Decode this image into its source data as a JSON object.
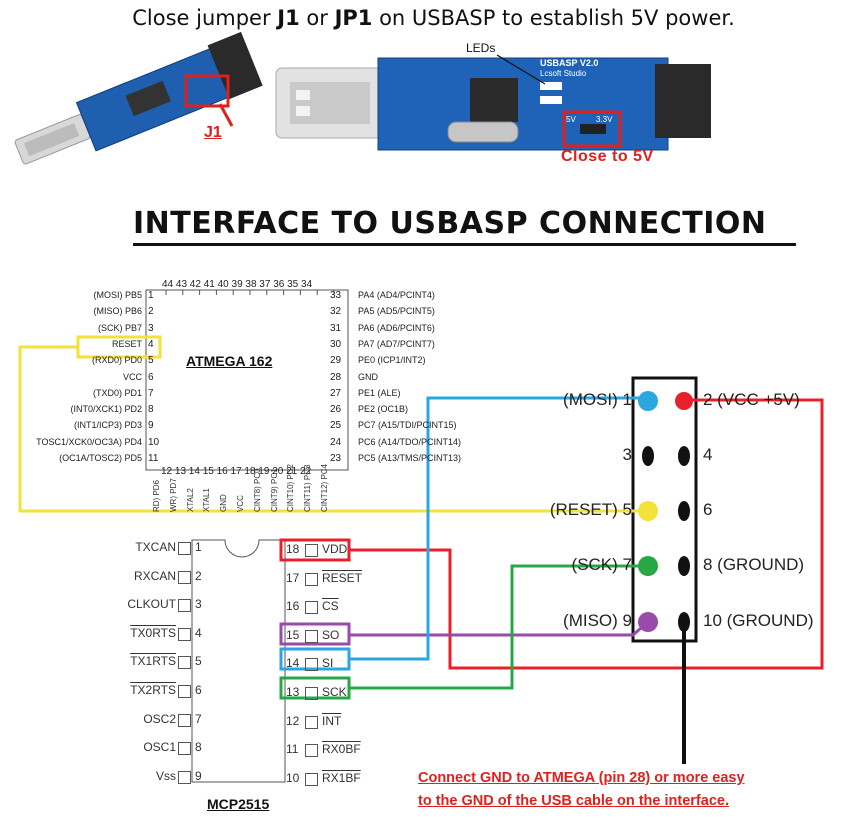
{
  "header": {
    "pre": "Close jumper ",
    "j1": "J1",
    "mid": " or ",
    "jp1": "JP1",
    "post": " on USBASP to establish 5V power."
  },
  "photo": {
    "j1_label": "J1",
    "leds_label": "LEDs",
    "close_label": "Close to 5V",
    "board_text": "USBASP V2.0",
    "board_sub": "Lcsoft Studio",
    "v5": "5V",
    "v33": "3.3V"
  },
  "diagram_title": "INTERFACE TO USBASP CONNECTION",
  "atmega": {
    "name": "ATMEGA 162",
    "top_pins": "44 43 42 41 40 39 38 37 36 35 34",
    "bottom_pins": "12 13 14 15 16 17 18 19 20 21 22",
    "left": [
      {
        "label": "(MOSI) PB5",
        "num": "1"
      },
      {
        "label": "(MISO) PB6",
        "num": "2"
      },
      {
        "label": "(SCK) PB7",
        "num": "3"
      },
      {
        "label": "RESET",
        "num": "4"
      },
      {
        "label": "(RXD0) PD0",
        "num": "5"
      },
      {
        "label": "VCC",
        "num": "6"
      },
      {
        "label": "(TXD0) PD1",
        "num": "7"
      },
      {
        "label": "(INT0/XCK1) PD2",
        "num": "8"
      },
      {
        "label": "(INT1/ICP3) PD3",
        "num": "9"
      },
      {
        "label": "TOSC1/XCK0/OC3A) PD4",
        "num": "10"
      },
      {
        "label": "(OC1A/TOSC2) PD5",
        "num": "11"
      }
    ],
    "right": [
      {
        "num": "33",
        "label": "PA4 (AD4/PCINT4)"
      },
      {
        "num": "32",
        "label": "PA5 (AD5/PCINT5)"
      },
      {
        "num": "31",
        "label": "PA6 (AD6/PCINT6)"
      },
      {
        "num": "30",
        "label": "PA7 (AD7/PCINT7)"
      },
      {
        "num": "29",
        "label": "PE0 (ICP1/INT2)"
      },
      {
        "num": "28",
        "label": "GND"
      },
      {
        "num": "27",
        "label": "PE1 (ALE)"
      },
      {
        "num": "26",
        "label": "PE2 (OC1B)"
      },
      {
        "num": "25",
        "label": "PC7 (A15/TDI/PCINT15)"
      },
      {
        "num": "24",
        "label": "PC6 (A14/TDO/PCINT14)"
      },
      {
        "num": "23",
        "label": "PC5 (A13/TMS/PCINT13)"
      }
    ],
    "bottom_labels": [
      "RD) PD6",
      "WR) PD7",
      "XTAL2",
      "XTAL1",
      "GND",
      "VCC",
      "CINT8) PC0",
      "CINT9) PC1",
      "CINT10) PC2",
      "CINT11) PC3",
      "CINT12) PC4"
    ]
  },
  "mcp2515": {
    "name": "MCP2515",
    "left": [
      {
        "label": "TXCAN",
        "num": "1"
      },
      {
        "label": "RXCAN",
        "num": "2"
      },
      {
        "label": "CLKOUT",
        "num": "3"
      },
      {
        "label": "TX0RTS",
        "num": "4"
      },
      {
        "label": "TX1RTS",
        "num": "5"
      },
      {
        "label": "TX2RTS",
        "num": "6"
      },
      {
        "label": "OSC2",
        "num": "7"
      },
      {
        "label": "OSC1",
        "num": "8"
      },
      {
        "label": "Vss",
        "num": "9"
      }
    ],
    "right": [
      {
        "num": "18",
        "label": "VDD"
      },
      {
        "num": "17",
        "label": "RESET"
      },
      {
        "num": "16",
        "label": "CS"
      },
      {
        "num": "15",
        "label": "SO"
      },
      {
        "num": "14",
        "label": "SI"
      },
      {
        "num": "13",
        "label": "SCK"
      },
      {
        "num": "12",
        "label": "INT"
      },
      {
        "num": "11",
        "label": "RX0BF"
      },
      {
        "num": "10",
        "label": "RX1BF"
      }
    ]
  },
  "usbasp_header": {
    "left": [
      "(MOSI) 1",
      "3",
      "(RESET) 5",
      "(SCK) 7",
      "(MISO) 9"
    ],
    "right": [
      "2 (VCC +5V)",
      "4",
      "6",
      "8 (GROUND)",
      "10 (GROUND)"
    ]
  },
  "note": {
    "line1": "Connect GND to ATMEGA (pin 28) or more easy",
    "line2": "to the GND of the USB cable on the interface."
  },
  "colors": {
    "red": "#e8202a",
    "blue": "#2aa6e0",
    "yellow": "#f2e23a",
    "green": "#27a844",
    "purple": "#9a4aa8"
  }
}
